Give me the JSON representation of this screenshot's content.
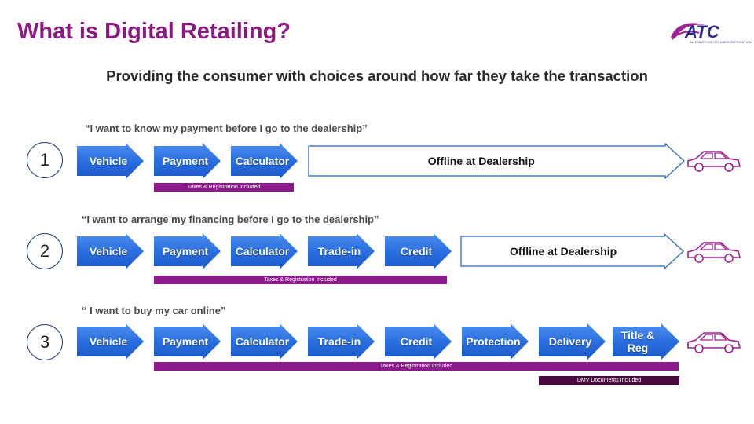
{
  "slide": {
    "title": "What is Digital Retailing?",
    "subtitle": "Providing the consumer with choices around how far they take the transaction",
    "logo_text": "ATC",
    "logo_subtext": "AUTOMOTIVE TITLING CORPORATION"
  },
  "colors": {
    "title": "#8a1a82",
    "step_blue": "#2a6fe0",
    "bar_magenta": "#8c1a8c",
    "bar_dark": "#4a0a3e",
    "car_outline": "#a0208f"
  },
  "rows": [
    {
      "number": "1",
      "quote": "“I want to know my payment before I go to the dealership”",
      "steps": [
        "Vehicle",
        "Payment",
        "Calculator"
      ],
      "offline_label": "Offline at Dealership",
      "bars": [
        "Taxes & Registration Included"
      ]
    },
    {
      "number": "2",
      "quote": "“I want to arrange my financing before I go to the dealership”",
      "steps": [
        "Vehicle",
        "Payment",
        "Calculator",
        "Trade-in",
        "Credit"
      ],
      "offline_label": "Offline at Dealership",
      "bars": [
        "Taxes & Registration Included"
      ]
    },
    {
      "number": "3",
      "quote": "“ I want to buy my car online”",
      "steps": [
        "Vehicle",
        "Payment",
        "Calculator",
        "Trade-in",
        "Credit",
        "Protection",
        "Delivery",
        "Title & Reg"
      ],
      "bars": [
        "Taxes & Registration Included",
        "DMV Documents Included"
      ]
    }
  ]
}
